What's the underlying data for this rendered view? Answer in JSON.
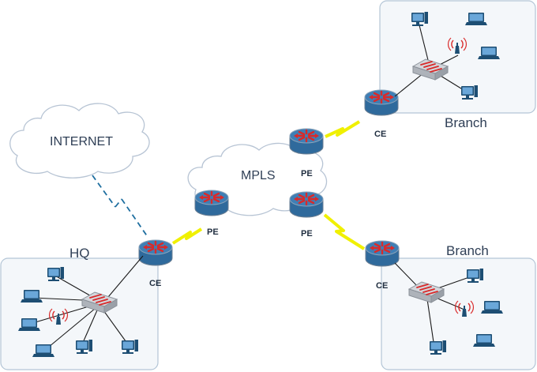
{
  "labels": {
    "internet": "INTERNET",
    "mpls": "MPLS",
    "hq": "HQ",
    "branch_top": "Branch",
    "branch_bottom": "Branch",
    "pe_left": "PE",
    "pe_top": "PE",
    "pe_bottom": "PE",
    "ce_hq": "CE",
    "ce_branch_top": "CE",
    "ce_branch_bottom": "CE"
  },
  "colors": {
    "site_border": "#b3c5d6",
    "site_fill": "#f4f7fa",
    "cloud_fill": "#ffffff",
    "cloud_border": "#b7c4d4",
    "router_body": "#3f7fb5",
    "router_arrows": "#d92a2a",
    "wan_link": "#f0f000",
    "internet_link": "#1f6fa0",
    "monitor_frame": "#1d4e73",
    "screen": "#6aa7d9",
    "switch_body": "#c8ccd2"
  }
}
